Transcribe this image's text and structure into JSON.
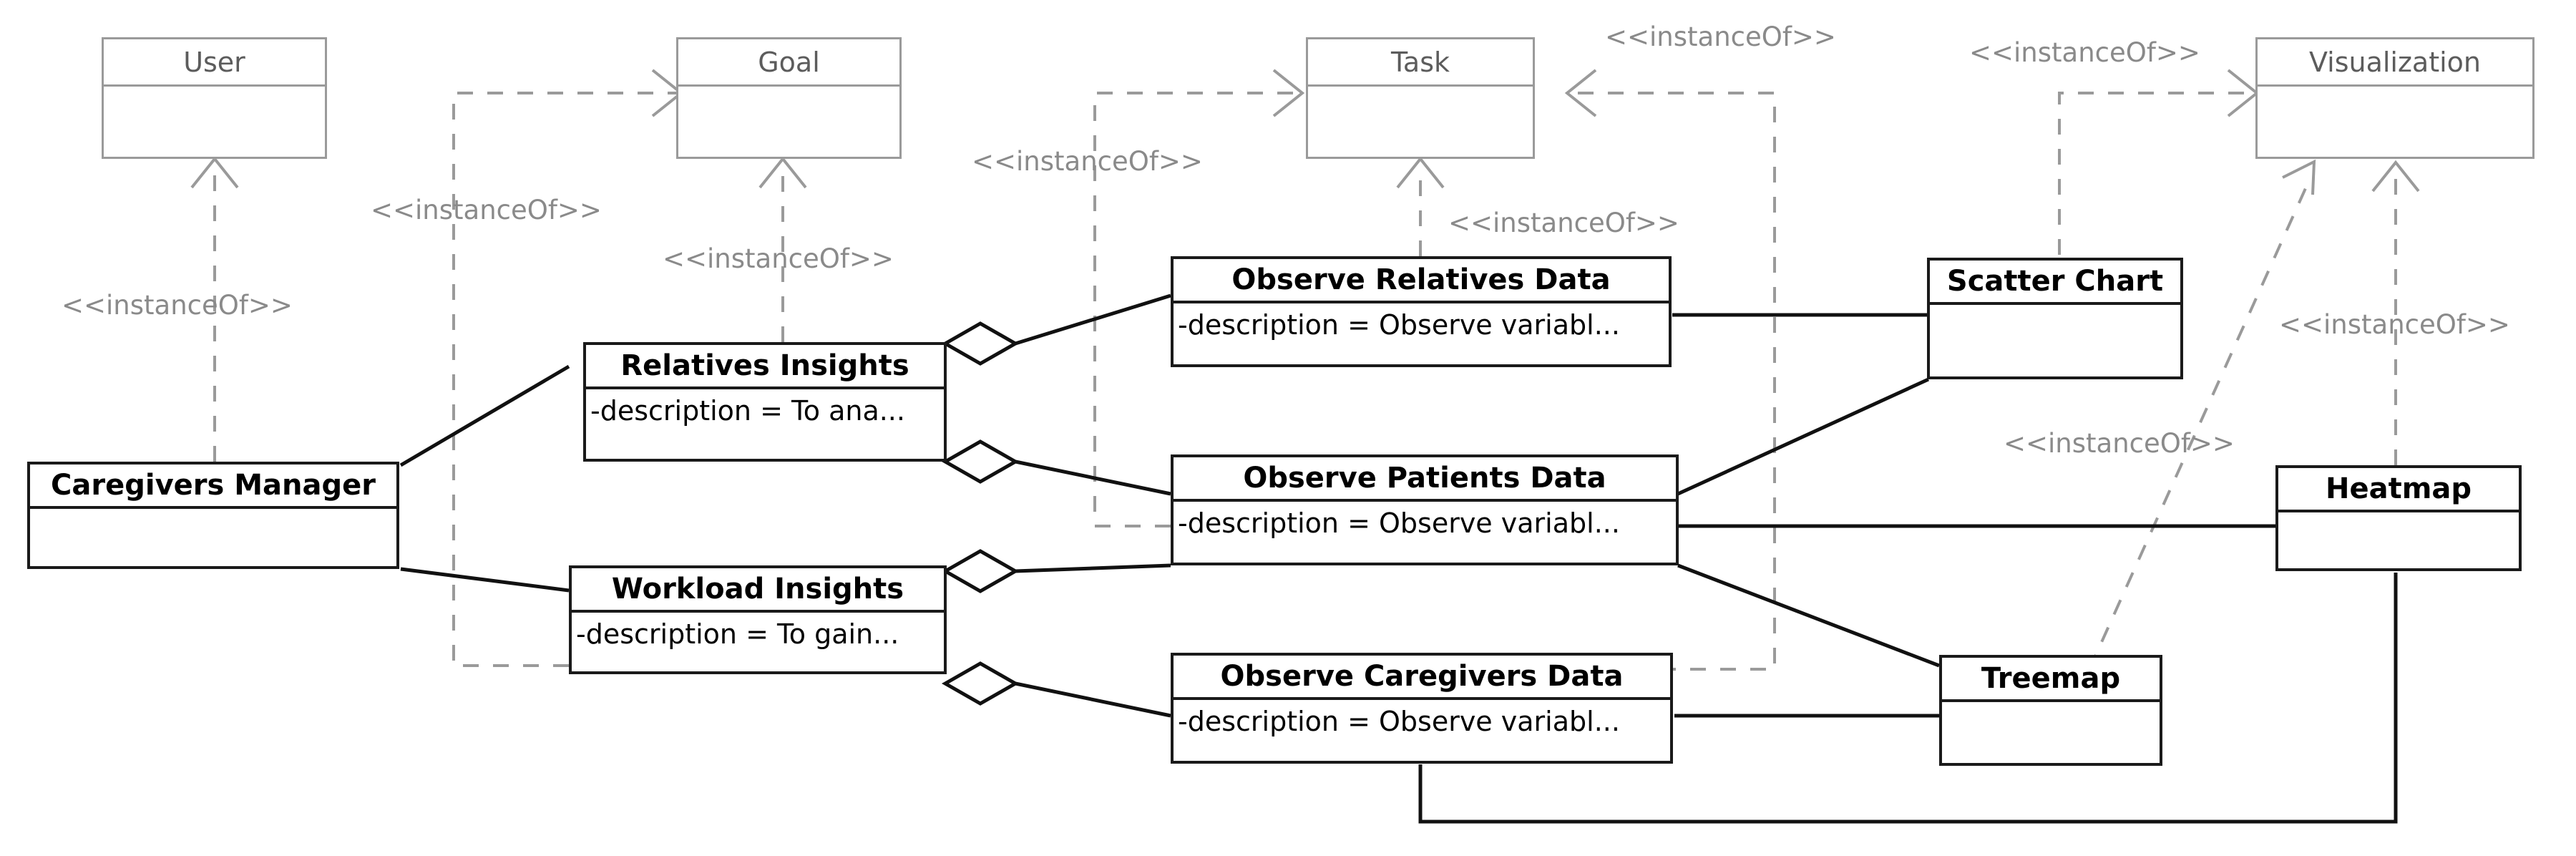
{
  "diagram": {
    "type": "uml-class-diagram",
    "stereotype_label": "<<instanceOf>>",
    "colors": {
      "meta_stroke": "#9a9a9a",
      "meta_text": "#5c5c5c",
      "instance_stroke": "#1a1a1a",
      "instance_text": "#000000",
      "label_text": "#8a8a8a",
      "background": "#ffffff"
    }
  },
  "meta_classes": [
    {
      "id": "user",
      "name": "User",
      "attribute": ""
    },
    {
      "id": "goal",
      "name": "Goal",
      "attribute": ""
    },
    {
      "id": "task",
      "name": "Task",
      "attribute": ""
    },
    {
      "id": "visualization",
      "name": "Visualization",
      "attribute": ""
    }
  ],
  "instance_classes": [
    {
      "id": "caregivers-manager",
      "name": "Caregivers Manager",
      "attribute": ""
    },
    {
      "id": "relatives-insights",
      "name": "Relatives Insights",
      "attribute": "-description = To ana..."
    },
    {
      "id": "workload-insights",
      "name": "Workload Insights",
      "attribute": "-description = To gain..."
    },
    {
      "id": "observe-relatives-data",
      "name": "Observe Relatives Data",
      "attribute": "-description = Observe variabl..."
    },
    {
      "id": "observe-patients-data",
      "name": "Observe Patients Data",
      "attribute": "-description = Observe variabl..."
    },
    {
      "id": "observe-caregivers-data",
      "name": "Observe Caregivers Data",
      "attribute": "-description = Observe variabl..."
    },
    {
      "id": "scatter-chart",
      "name": "Scatter Chart",
      "attribute": ""
    },
    {
      "id": "heatmap",
      "name": "Heatmap",
      "attribute": ""
    },
    {
      "id": "treemap",
      "name": "Treemap",
      "attribute": ""
    }
  ],
  "stereotype_labels": [
    {
      "id": "instanceof-caregivers-manager-user",
      "text": "<<instanceOf>>"
    },
    {
      "id": "instanceof-workload-insights-goal",
      "text": "<<instanceOf>>"
    },
    {
      "id": "instanceof-relatives-insights-goal",
      "text": "<<instanceOf>>"
    },
    {
      "id": "instanceof-observe-patients-task",
      "text": "<<instanceOf>>"
    },
    {
      "id": "instanceof-observe-relatives-task",
      "text": "<<instanceOf>>"
    },
    {
      "id": "instanceof-observe-caregivers-task",
      "text": "<<instanceOf>>"
    },
    {
      "id": "instanceof-scatter-chart-visualization",
      "text": "<<instanceOf>>"
    },
    {
      "id": "instanceof-heatmap-visualization",
      "text": "<<instanceOf>>"
    },
    {
      "id": "instanceof-treemap-visualization",
      "text": "<<instanceOf>>"
    }
  ],
  "relations": {
    "instance_of": [
      {
        "from": "caregivers-manager",
        "to": "user"
      },
      {
        "from": "relatives-insights",
        "to": "goal"
      },
      {
        "from": "workload-insights",
        "to": "goal"
      },
      {
        "from": "observe-relatives-data",
        "to": "task"
      },
      {
        "from": "observe-patients-data",
        "to": "task"
      },
      {
        "from": "observe-caregivers-data",
        "to": "task"
      },
      {
        "from": "scatter-chart",
        "to": "visualization"
      },
      {
        "from": "heatmap",
        "to": "visualization"
      },
      {
        "from": "treemap",
        "to": "visualization"
      }
    ],
    "aggregation": [
      {
        "whole": "relatives-insights",
        "part": "observe-relatives-data"
      },
      {
        "whole": "relatives-insights",
        "part": "observe-patients-data"
      },
      {
        "whole": "workload-insights",
        "part": "observe-patients-data"
      },
      {
        "whole": "workload-insights",
        "part": "observe-caregivers-data"
      }
    ],
    "association": [
      {
        "a": "caregivers-manager",
        "b": "relatives-insights"
      },
      {
        "a": "caregivers-manager",
        "b": "workload-insights"
      },
      {
        "a": "observe-relatives-data",
        "b": "scatter-chart"
      },
      {
        "a": "observe-patients-data",
        "b": "scatter-chart"
      },
      {
        "a": "observe-patients-data",
        "b": "heatmap"
      },
      {
        "a": "observe-caregivers-data",
        "b": "treemap"
      },
      {
        "a": "observe-caregivers-data",
        "b": "heatmap"
      }
    ]
  }
}
